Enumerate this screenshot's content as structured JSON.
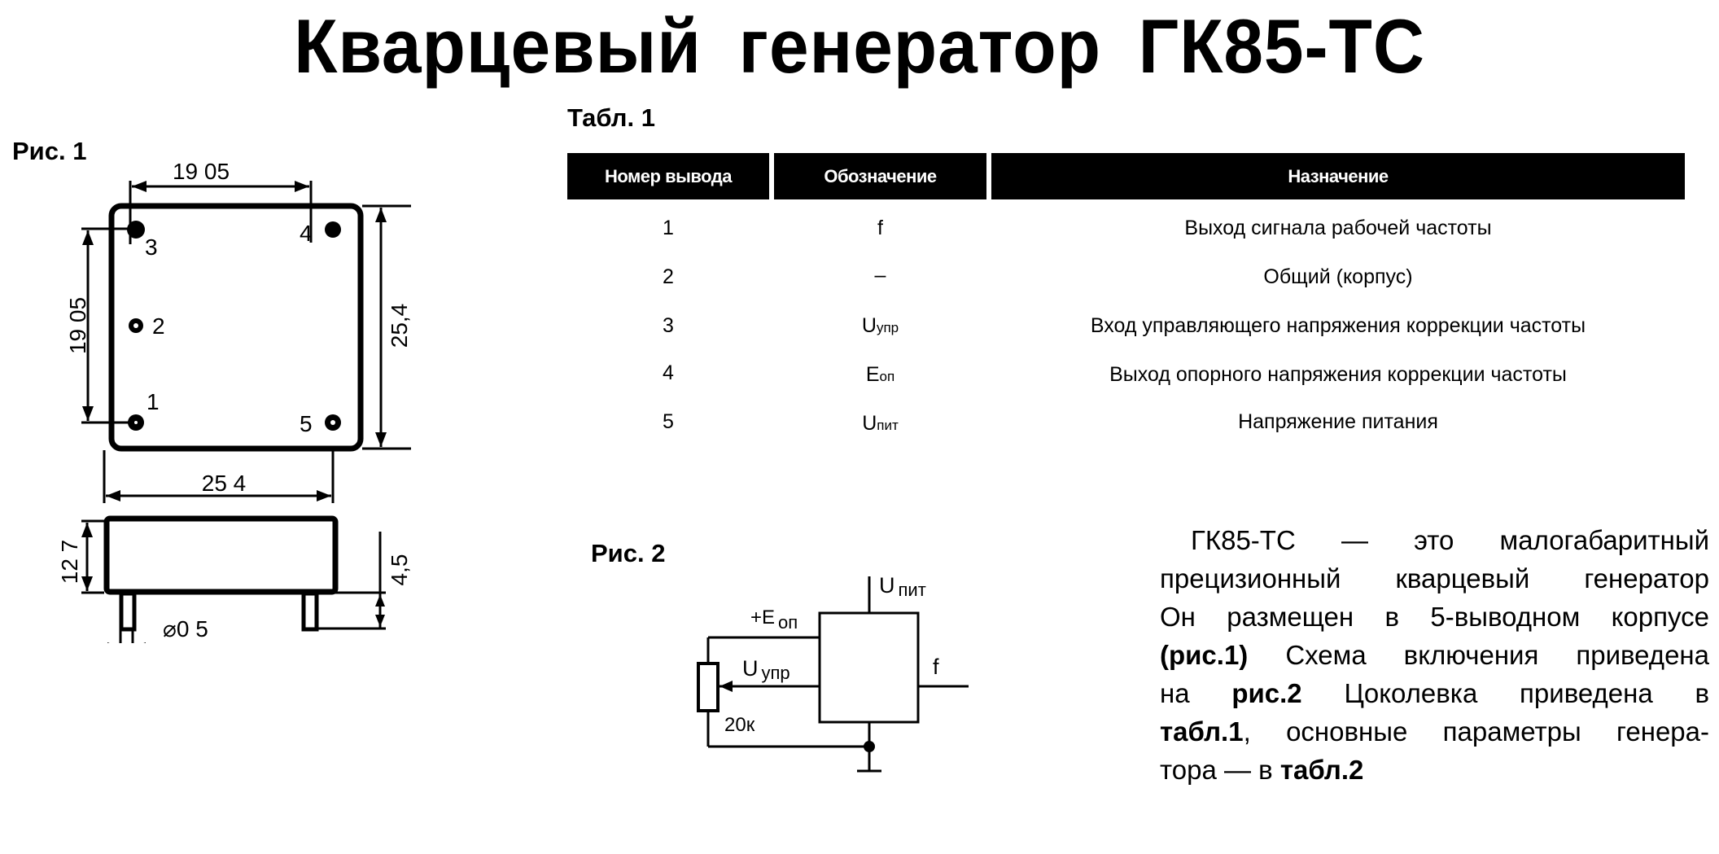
{
  "title": "Кварцевый  генератор  ГК85-ТС",
  "figure1": {
    "label": "Рис. 1",
    "dims": {
      "top_pin_spacing": "19 05",
      "side_pin_spacing": "19 05",
      "height": "25,4",
      "width": "25 4",
      "body_height": "12 7",
      "pin_length": "4,5",
      "pin_diameter": "⌀0 5"
    },
    "pins": [
      "1",
      "2",
      "3",
      "4",
      "5"
    ]
  },
  "table1": {
    "label": "Табл. 1",
    "headers": [
      "Номер вывода",
      "Обозначение",
      "Назначение"
    ],
    "rows": [
      {
        "num": "1",
        "sym": "f",
        "sym_sub": "",
        "desc": "Выход сигнала рабочей частоты"
      },
      {
        "num": "2",
        "sym": "–",
        "sym_sub": "",
        "desc": "Общий (корпус)"
      },
      {
        "num": "3",
        "sym": "U",
        "sym_sub": "упр",
        "desc": "Вход управляющего напряжения коррекции частоты"
      },
      {
        "num": "4",
        "sym": "E",
        "sym_sub": "оп",
        "desc": "Выход опорного напряжения коррекции частоты"
      },
      {
        "num": "5",
        "sym": "U",
        "sym_sub": "пит",
        "desc": "Напряжение питания"
      }
    ]
  },
  "figure2": {
    "label": "Рис. 2",
    "labels": {
      "supply": "U",
      "supply_sub": "пит",
      "ref": "+E",
      "ref_sub": "оп",
      "control": "U",
      "control_sub": "упр",
      "output": "f",
      "resistor": "20к"
    }
  },
  "paragraph": {
    "lines": [
      [
        {
          "t": "ГК85-ТС — это малогабаритный",
          "b": false
        }
      ],
      [
        {
          "t": "прецизионный кварцевый генератор",
          "b": false
        }
      ],
      [
        {
          "t": "Он размещен в 5-выводном корпусе",
          "b": false
        }
      ],
      [
        {
          "t": "(рис.1)",
          "b": true
        },
        {
          "t": " Схема включения приведена",
          "b": false
        }
      ],
      [
        {
          "t": "на ",
          "b": false
        },
        {
          "t": "рис.2",
          "b": true
        },
        {
          "t": " Цоколевка приведена в",
          "b": false
        }
      ],
      [
        {
          "t": "табл.1",
          "b": true
        },
        {
          "t": ", основные параметры генера-",
          "b": false
        }
      ],
      [
        {
          "t": "тора — в ",
          "b": false
        },
        {
          "t": "табл.2",
          "b": true
        }
      ]
    ]
  }
}
